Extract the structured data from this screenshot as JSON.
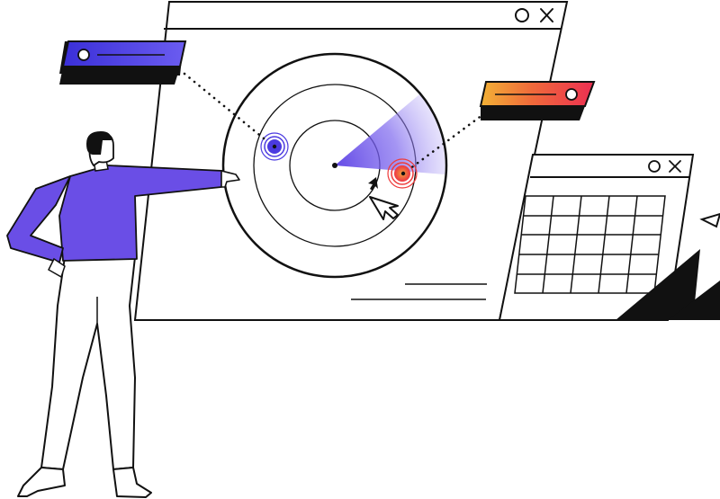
{
  "illustration": {
    "theme": "radar-target-tracking",
    "colors": {
      "ink": "#111111",
      "background": "#ffffff",
      "accent_purple": "#6a4ee6",
      "accent_blue": "#4b3ae0",
      "accent_orange": "#f0a03a",
      "accent_red": "#ef3b3b"
    },
    "icons": {
      "window_controls": [
        "circle-icon",
        "close-icon"
      ],
      "pointer": "cursor-arrow-icon"
    },
    "radar": {
      "ring_count": 3,
      "targets": [
        {
          "color": "accent_blue",
          "state": "tracked"
        },
        {
          "color": "accent_red",
          "state": "detected"
        }
      ]
    },
    "calendar": {
      "rows": 5,
      "cols": 5
    }
  }
}
